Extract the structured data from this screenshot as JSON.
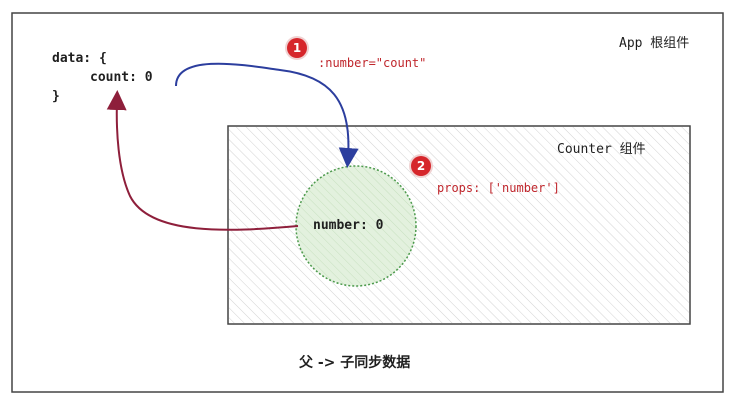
{
  "app_label": "App 根组件",
  "code": {
    "line1": "data: {",
    "line2": "count: 0",
    "line3": "}"
  },
  "binding": ":number=\"count\"",
  "counter_label": "Counter 组件",
  "props_text": "props: ['number']",
  "node_text": "number: 0",
  "badge1": "1",
  "badge2": "2",
  "caption": "父 -> 子同步数据",
  "colors": {
    "down_arrow": "#2c3e9e",
    "up_arrow": "#8e1f3b",
    "accent_red": "#c0272d",
    "circle_fill": "#d9ecd3",
    "circle_stroke": "#4c9a4c"
  }
}
